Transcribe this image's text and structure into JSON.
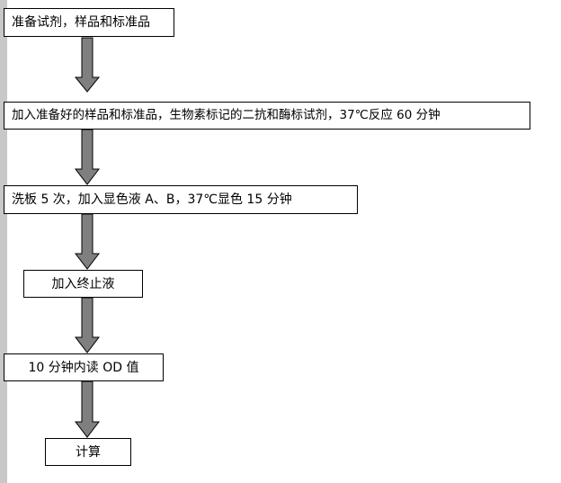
{
  "flow": {
    "steps": [
      {
        "text": "准备试剂，样品和标准品"
      },
      {
        "text": "加入准备好的样品和标准品，生物素标记的二抗和酶标试剂，37℃反应 60 分钟"
      },
      {
        "text": "洗板 5 次，加入显色液 A、B，37℃显色 15 分钟"
      },
      {
        "text": "加入终止液"
      },
      {
        "text": "10 分钟内读 OD 值"
      },
      {
        "text": "计算"
      }
    ]
  },
  "colors": {
    "arrow_fill": "#7f7f7f",
    "arrow_stroke": "#000000",
    "border": "#000000",
    "side_bar": "#c8c8c8"
  }
}
